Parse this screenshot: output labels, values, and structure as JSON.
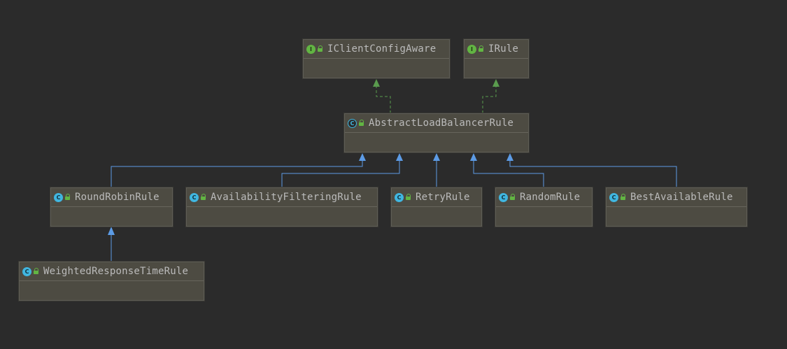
{
  "theme": {
    "background": "#2b2b2b",
    "node_fill": "#4d4b42",
    "node_border": "#5e5d56",
    "implements_color": "#5a9b4e",
    "extends_color": "#5c9be5",
    "interface_icon_color": "#62b543",
    "class_icon_color": "#40b6e0",
    "access_icon_color": "#62b543"
  },
  "nodes": {
    "iclientconfigaware": {
      "name": "IClientConfigAware",
      "kind": "interface",
      "kind_letter": "I",
      "icon": "interface-icon"
    },
    "irule": {
      "name": "IRule",
      "kind": "interface",
      "kind_letter": "I",
      "icon": "interface-icon"
    },
    "abstractloadbalancerrule": {
      "name": "AbstractLoadBalancerRule",
      "kind": "abstract-class",
      "kind_letter": "C",
      "icon": "abstract-class-icon"
    },
    "roundrobinrule": {
      "name": "RoundRobinRule",
      "kind": "class",
      "kind_letter": "C",
      "icon": "class-icon"
    },
    "availabilityfilteringrule": {
      "name": "AvailabilityFilteringRule",
      "kind": "class",
      "kind_letter": "C",
      "icon": "class-icon"
    },
    "retryrule": {
      "name": "RetryRule",
      "kind": "class",
      "kind_letter": "C",
      "icon": "class-icon"
    },
    "randomrule": {
      "name": "RandomRule",
      "kind": "class",
      "kind_letter": "C",
      "icon": "class-icon"
    },
    "bestavailablerule": {
      "name": "BestAvailableRule",
      "kind": "class",
      "kind_letter": "C",
      "icon": "class-icon"
    },
    "weightedresponsetimerule": {
      "name": "WeightedResponseTimeRule",
      "kind": "class",
      "kind_letter": "C",
      "icon": "class-icon"
    }
  },
  "edges": [
    {
      "from": "abstractloadbalancerrule",
      "to": "iclientconfigaware",
      "type": "implements"
    },
    {
      "from": "abstractloadbalancerrule",
      "to": "irule",
      "type": "implements"
    },
    {
      "from": "roundrobinrule",
      "to": "abstractloadbalancerrule",
      "type": "extends"
    },
    {
      "from": "availabilityfilteringrule",
      "to": "abstractloadbalancerrule",
      "type": "extends"
    },
    {
      "from": "retryrule",
      "to": "abstractloadbalancerrule",
      "type": "extends"
    },
    {
      "from": "randomrule",
      "to": "abstractloadbalancerrule",
      "type": "extends"
    },
    {
      "from": "bestavailablerule",
      "to": "abstractloadbalancerrule",
      "type": "extends"
    },
    {
      "from": "weightedresponsetimerule",
      "to": "roundrobinrule",
      "type": "extends"
    }
  ]
}
